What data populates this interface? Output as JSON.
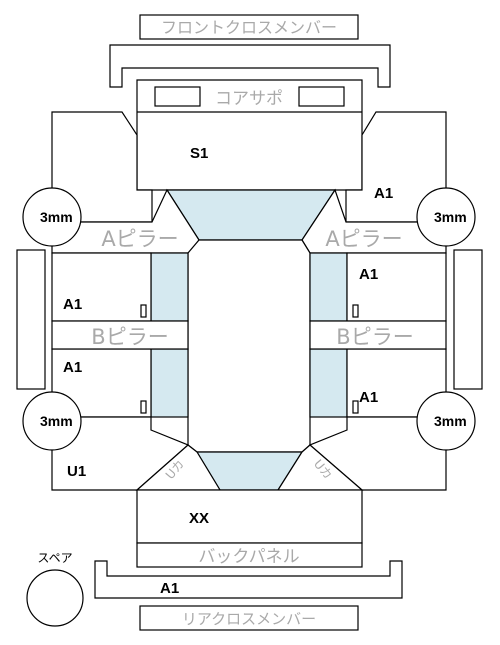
{
  "labels": {
    "front_cross_member": "フロントクロスメンバー",
    "core_support": "コアサポ",
    "a_pillar": "Aピラー",
    "b_pillar": "Bピラー",
    "back_panel": "バックパネル",
    "rear_cross_member": "リアクロスメンバー",
    "spare": "スペア",
    "corner_left": "Uカ",
    "corner_right": "Uカ"
  },
  "grades": {
    "core_support": "S1",
    "front_fender_right": "A1",
    "front_door_left": "A1",
    "rear_door_left": "A1",
    "front_door_right": "A1",
    "rear_door_right": "A1",
    "rear_quarter_left": "U1",
    "trunk": "XX",
    "rear_cross_member": "A1"
  },
  "tires": {
    "front_left": "3mm",
    "front_right": "3mm",
    "rear_left": "3mm",
    "rear_right": "3mm"
  },
  "colors": {
    "glass": "#d5e9f0",
    "line": "#000000",
    "label_gray": "#a9a9a9"
  }
}
